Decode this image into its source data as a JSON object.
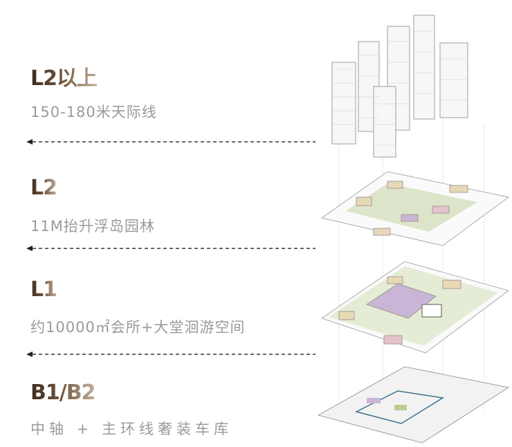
{
  "levels": [
    {
      "title": "L2以上",
      "subtitle": "150-180米天际线"
    },
    {
      "title": "L2",
      "subtitle": "11M抬升浮岛园林"
    },
    {
      "title": "L1",
      "subtitle": "约10000㎡会所+大堂洄游空间"
    },
    {
      "title": "B1/B2",
      "subtitle": "中轴 + 主环线奢装车库"
    }
  ],
  "colors": {
    "title_dark": "#3f2c1e",
    "title_light": "#c3ad97",
    "subtitle": "#9a9a9a",
    "arrow": "#333333",
    "building": "#e8d9b5",
    "clubhouse": "#c9b5d6",
    "greenery": "#b8cc94",
    "pink": "#e6c3cb"
  }
}
